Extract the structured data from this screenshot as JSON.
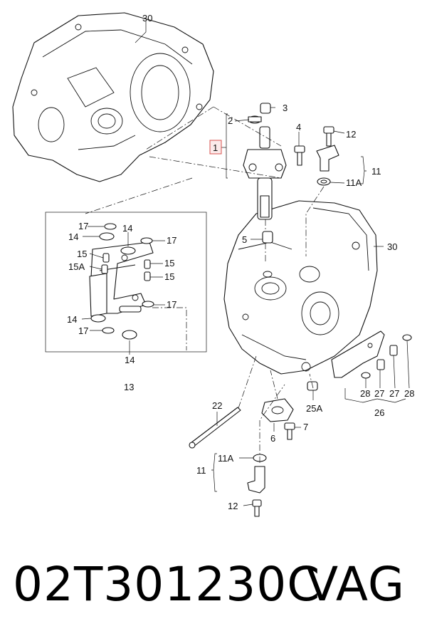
{
  "part_number": "02T301230C",
  "brand": "VAG",
  "callouts": {
    "c30_top": "30",
    "c1": "1",
    "c2": "2",
    "c3": "3",
    "c4": "4",
    "c12_top": "12",
    "c11_right": "11",
    "c11A_right": "11A",
    "c5": "5",
    "c30_mid": "30",
    "c17_a": "17",
    "c14_a": "14",
    "c14_b": "14",
    "c17_b": "17",
    "c15_a": "15",
    "c15_b": "15",
    "c15A": "15A",
    "c15_c": "15",
    "c14_c": "14",
    "c17_c": "17",
    "c17_d": "17",
    "c14_d": "14",
    "c13": "13",
    "c22": "22",
    "c6": "6",
    "c7": "7",
    "c25A": "25A",
    "c28_a": "28",
    "c27_a": "27",
    "c27_b": "27",
    "c28_b": "28",
    "c26": "26",
    "c11A_bottom": "11A",
    "c11_bottom": "11",
    "c12_bottom": "12"
  },
  "highlight": {
    "callout": "1",
    "color": "#d9534f"
  }
}
